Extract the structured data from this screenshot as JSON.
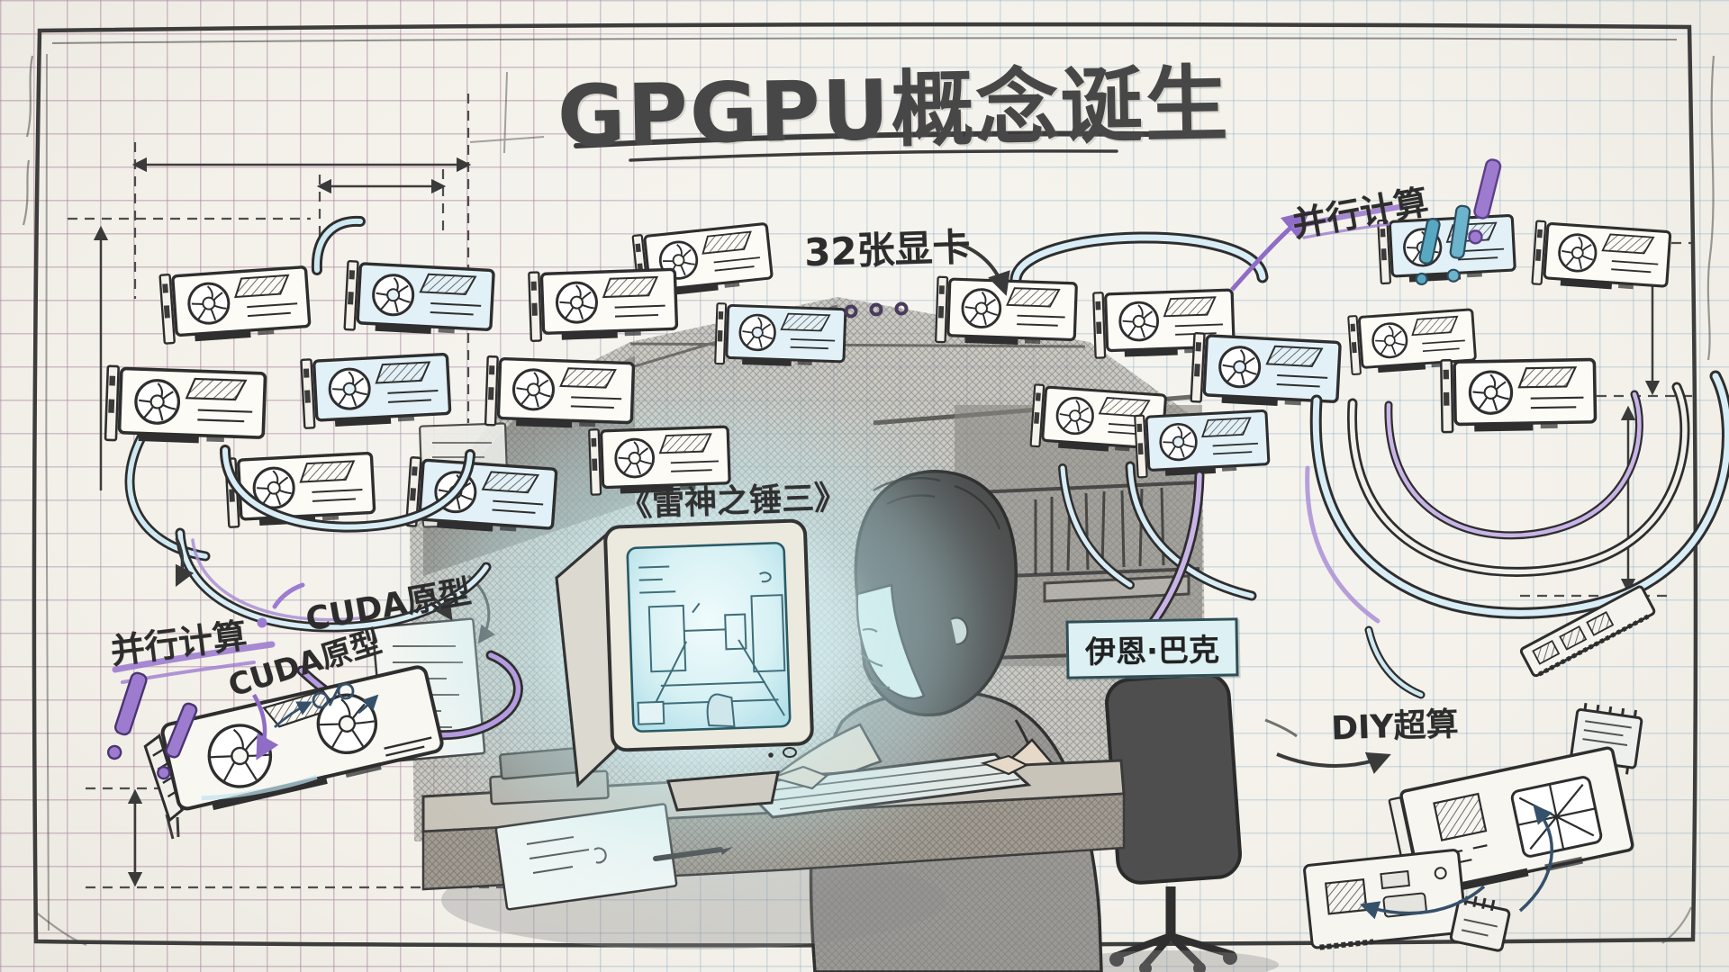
{
  "title": "GPGPU概念诞生",
  "labels": {
    "gpu_count": "32张显卡",
    "parallel_computing_right": "并行计算",
    "parallel_computing_left": "并行计算",
    "cuda_prototype_upper": "CUDA原型",
    "cuda_prototype_lower": "CUDA原型",
    "quake3": "《雷神之锤三》",
    "ian_buck": "伊恩·巴克",
    "diy_supercomputer": "DIY超算"
  },
  "colors": {
    "paper": "#f4f2ec",
    "grid_blue": "#7aa3c4",
    "grid_pink": "#d2748a",
    "ink": "#2e2e2e",
    "accent_purple": "#9d7cd0",
    "accent_cyan": "#8ecadd",
    "screen_glow": "#cdeef2",
    "name_box_bg": "#ddf1f4",
    "name_box_border": "#2f4e55"
  },
  "scene": {
    "style": "hand-drawn pencil sketch on grid paper",
    "elements": [
      "left cluster of sketched GPU cards joined by heat pipes",
      "right cluster of sketched GPU cards joined by heat pipes",
      "boy at CRT monitor playing a first-person shooter",
      "desk with keyboard, papers, pencil and books",
      "office chair and bookshelf in dark attic room",
      "DIY supercomputer parts: PCI card, RAM stick, chip, circuit board, memory card",
      "dimension arrows and dashed guide lines",
      "purple and blue exclamation marks"
    ]
  }
}
